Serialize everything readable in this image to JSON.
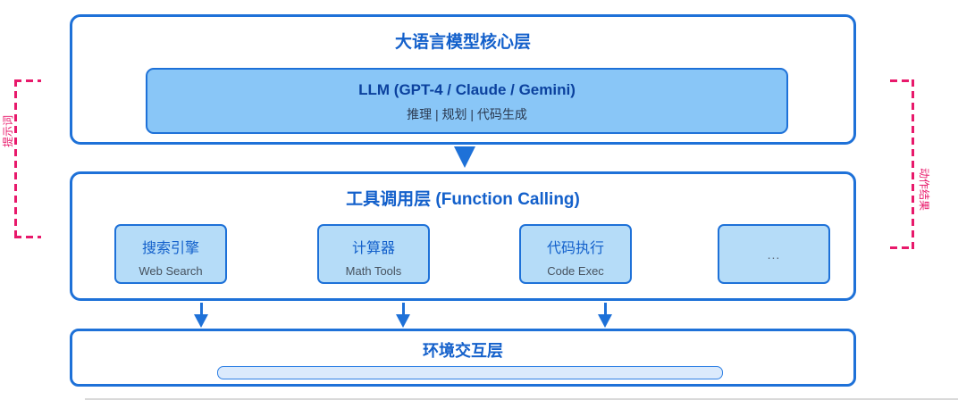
{
  "colors": {
    "accent_blue": "#1e71d8",
    "title_blue": "#1360cb",
    "llm_fill": "#89c6f7",
    "llm_title_navy": "#0b419e",
    "tool_fill": "#b5dcf8",
    "env_bar_fill": "#dbeafc",
    "annotation_pink": "#e8196b"
  },
  "layers": {
    "core": {
      "title": "大语言模型核心层",
      "llm": {
        "title": "LLM (GPT-4 / Claude / Gemini)",
        "subtitle": "推理 | 规划 | 代码生成"
      }
    },
    "tools": {
      "title": "工具调用层 (Function Calling)",
      "items": [
        {
          "title": "搜索引擎",
          "subtitle": "Web Search"
        },
        {
          "title": "计算器",
          "subtitle": "Math Tools"
        },
        {
          "title": "代码执行",
          "subtitle": "Code Exec"
        },
        {
          "title": "...",
          "subtitle": ""
        }
      ]
    },
    "environment": {
      "title": "环境交互层"
    }
  },
  "annotations": {
    "left_label": "提示词",
    "right_label": "动作结果"
  }
}
